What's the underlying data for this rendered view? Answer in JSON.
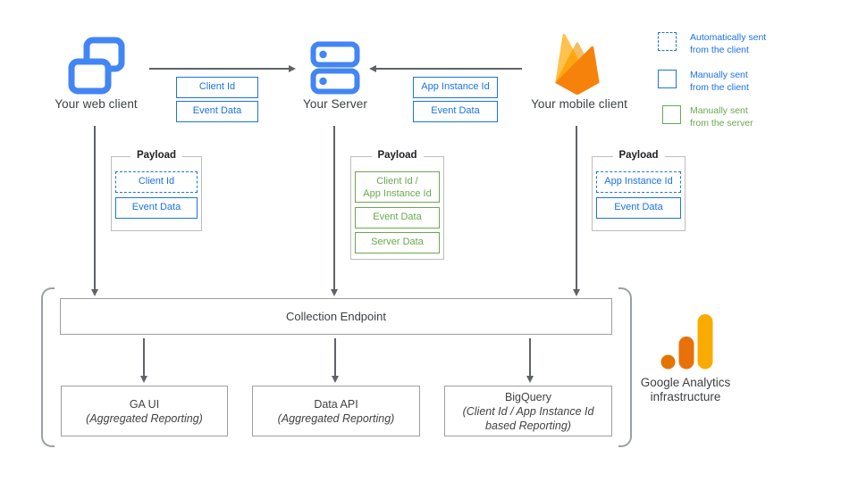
{
  "nodes": {
    "web_client": {
      "label": "Your web client"
    },
    "server": {
      "label": "Your Server"
    },
    "mobile_client": {
      "label": "Your mobile client"
    }
  },
  "flows": {
    "web_to_server": {
      "items": [
        "Client Id",
        "Event Data"
      ]
    },
    "mobile_to_server": {
      "items": [
        "App Instance Id",
        "Event Data"
      ]
    }
  },
  "payloads": {
    "title": "Payload",
    "web": {
      "items": [
        {
          "label": "Client Id",
          "style": "dashed-blue"
        },
        {
          "label": "Event Data",
          "style": "solid-blue"
        }
      ]
    },
    "server": {
      "items": [
        {
          "line1": "Client Id /",
          "line2": "App Instance Id",
          "style": "solid-green"
        },
        {
          "label": "Event Data",
          "style": "solid-green"
        },
        {
          "label": "Server Data",
          "style": "solid-green"
        }
      ]
    },
    "mobile": {
      "items": [
        {
          "label": "App Instance Id",
          "style": "dashed-blue"
        },
        {
          "label": "Event Data",
          "style": "solid-blue"
        }
      ]
    }
  },
  "legend": {
    "items": [
      {
        "line1": "Automatically sent",
        "line2": "from the client",
        "style": "dashed-blue"
      },
      {
        "line1": "Manually sent",
        "line2": "from the client",
        "style": "solid-blue"
      },
      {
        "line1": "Manually sent",
        "line2": "from the server",
        "style": "solid-green"
      }
    ]
  },
  "infrastructure": {
    "collection_endpoint": {
      "label": "Collection Endpoint"
    },
    "outputs": [
      {
        "title": "GA UI",
        "subtitle": "(Aggregated Reporting)"
      },
      {
        "title": "Data API",
        "subtitle": "(Aggregated Reporting)"
      },
      {
        "title": "BigQuery",
        "subtitle_line1": "(Client Id / App Instance Id",
        "subtitle_line2": "based Reporting)"
      }
    ],
    "brand": {
      "line1": "Google Analytics",
      "line2": "infrastructure"
    }
  },
  "colors": {
    "blue": "#1A73E8",
    "icon_blue": "#4285F4",
    "green": "#6AA84F",
    "arrow_gray": "#5F6368",
    "box_border_gray": "#9E9E9E",
    "bracket_gray": "#9AA0A6",
    "firebase_yellow": "#FFC24A",
    "firebase_light": "#F4BD62",
    "firebase_amber": "#FFA50E",
    "firebase_orange": "#F6820C",
    "ga_orange_dark": "#E37400",
    "ga_orange": "#E8710A",
    "ga_amber": "#F9AB00"
  }
}
